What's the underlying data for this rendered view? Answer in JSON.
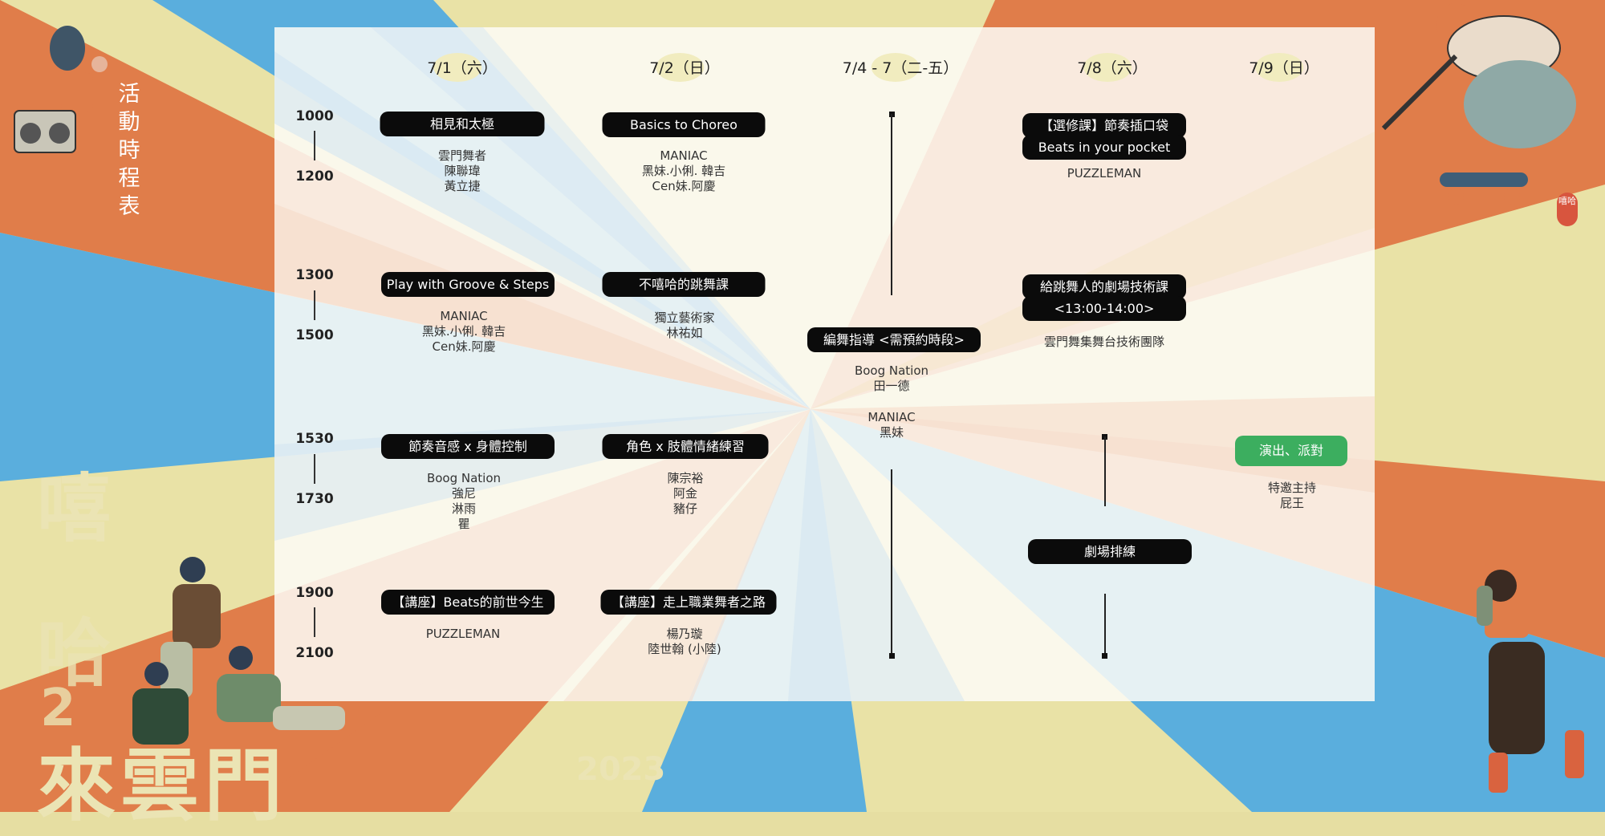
{
  "colors": {
    "orange": "#e07d4a",
    "blue": "#5aaedd",
    "cream": "#ece5a9",
    "pill": "#0b0b0b",
    "green": "#3cae5f"
  },
  "side_title": [
    "活",
    "動",
    "時",
    "程",
    "表"
  ],
  "poster_title": {
    "line1": "嘻",
    "line2": "哈",
    "line3": "2",
    "line4": "來雲門",
    "year": "2023"
  },
  "stamp_text": "嘻哈",
  "days": [
    "7/1（六）",
    "7/2（日）",
    "7/4 - 7（二-五）",
    "7/8（六）",
    "7/9（日）"
  ],
  "times": [
    {
      "start": "1000",
      "end": "1200"
    },
    {
      "start": "1300",
      "end": "1500"
    },
    {
      "start": "1530",
      "end": "1730"
    },
    {
      "start": "1900",
      "end": "2100"
    }
  ],
  "events": {
    "d1_s1": {
      "title": "相見和太極",
      "names": [
        "雲門舞者",
        "陳聯瑋",
        "黃立捷"
      ]
    },
    "d1_s2": {
      "title": "Play with Groove & Steps",
      "names": [
        "MANIAC",
        "黑妹.小俐. 韓吉",
        "Cen妹.阿慶"
      ]
    },
    "d1_s3": {
      "title": "節奏音感 x 身體控制",
      "names": [
        "Boog Nation",
        "強尼",
        "淋雨",
        "瞿"
      ]
    },
    "d1_s4": {
      "title": "【講座】Beats的前世今生",
      "names": [
        "PUZZLEMAN"
      ]
    },
    "d2_s1": {
      "title": "Basics to Choreo",
      "names": [
        "MANIAC",
        "黑妹.小俐. 韓吉",
        "Cen妹.阿慶"
      ]
    },
    "d2_s2": {
      "title": "不嘻哈的跳舞課",
      "names": [
        "獨立藝術家",
        "林祐如"
      ]
    },
    "d2_s3": {
      "title": "角色 x 肢體情緒練習",
      "names": [
        "陳宗裕",
        "阿金",
        "豬仔"
      ]
    },
    "d2_s4": {
      "title": "【講座】走上職業舞者之路",
      "names": [
        "楊乃璇",
        "陸世翰 (小陸)"
      ]
    },
    "d3": {
      "title": "編舞指導 <需預約時段>",
      "names1": [
        "Boog  Nation",
        "田一德"
      ],
      "names2": [
        "MANIAC",
        "黑妹"
      ]
    },
    "d4_s1": {
      "title1": "【選修課】節奏插口袋",
      "title2": "Beats in your pocket",
      "names": [
        "PUZZLEMAN"
      ]
    },
    "d4_s2": {
      "title1": "給跳舞人的劇場技術課",
      "title2": "<13:00-14:00>",
      "names": [
        "雲門舞集舞台技術團隊"
      ]
    },
    "d4_s3": {
      "title": "劇場排練"
    },
    "d5": {
      "title": "演出、派對",
      "names": [
        "特邀主持",
        "屁王"
      ]
    }
  }
}
